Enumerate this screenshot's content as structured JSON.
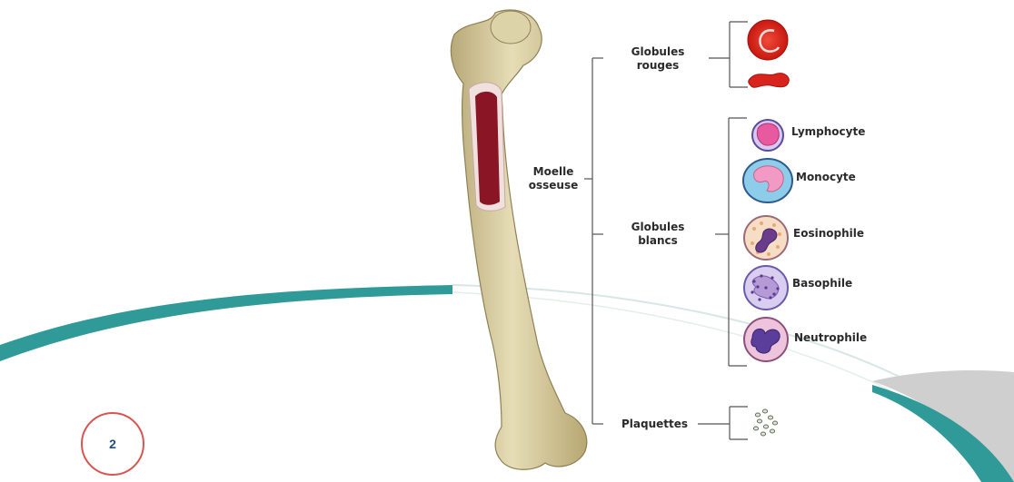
{
  "diagram": {
    "root": {
      "line1": "Moelle",
      "line2": "osseuse"
    },
    "branches": {
      "red": {
        "line1": "Globules",
        "line2": "rouges"
      },
      "white": {
        "line1": "Globules",
        "line2": "blancs"
      },
      "platelets": "Plaquettes"
    },
    "white_cells": [
      "Lymphocyte",
      "Monocyte",
      "Eosinophile",
      "Basophile",
      "Neutrophile"
    ]
  },
  "page": {
    "number": "2"
  },
  "colors": {
    "teal": "#2f9a98",
    "grey": "#cfcfcf",
    "bone": "#d9cfa3",
    "marrow": "#8a1524",
    "red_cell": "#d8241c",
    "page_ring": "#d9534f"
  }
}
